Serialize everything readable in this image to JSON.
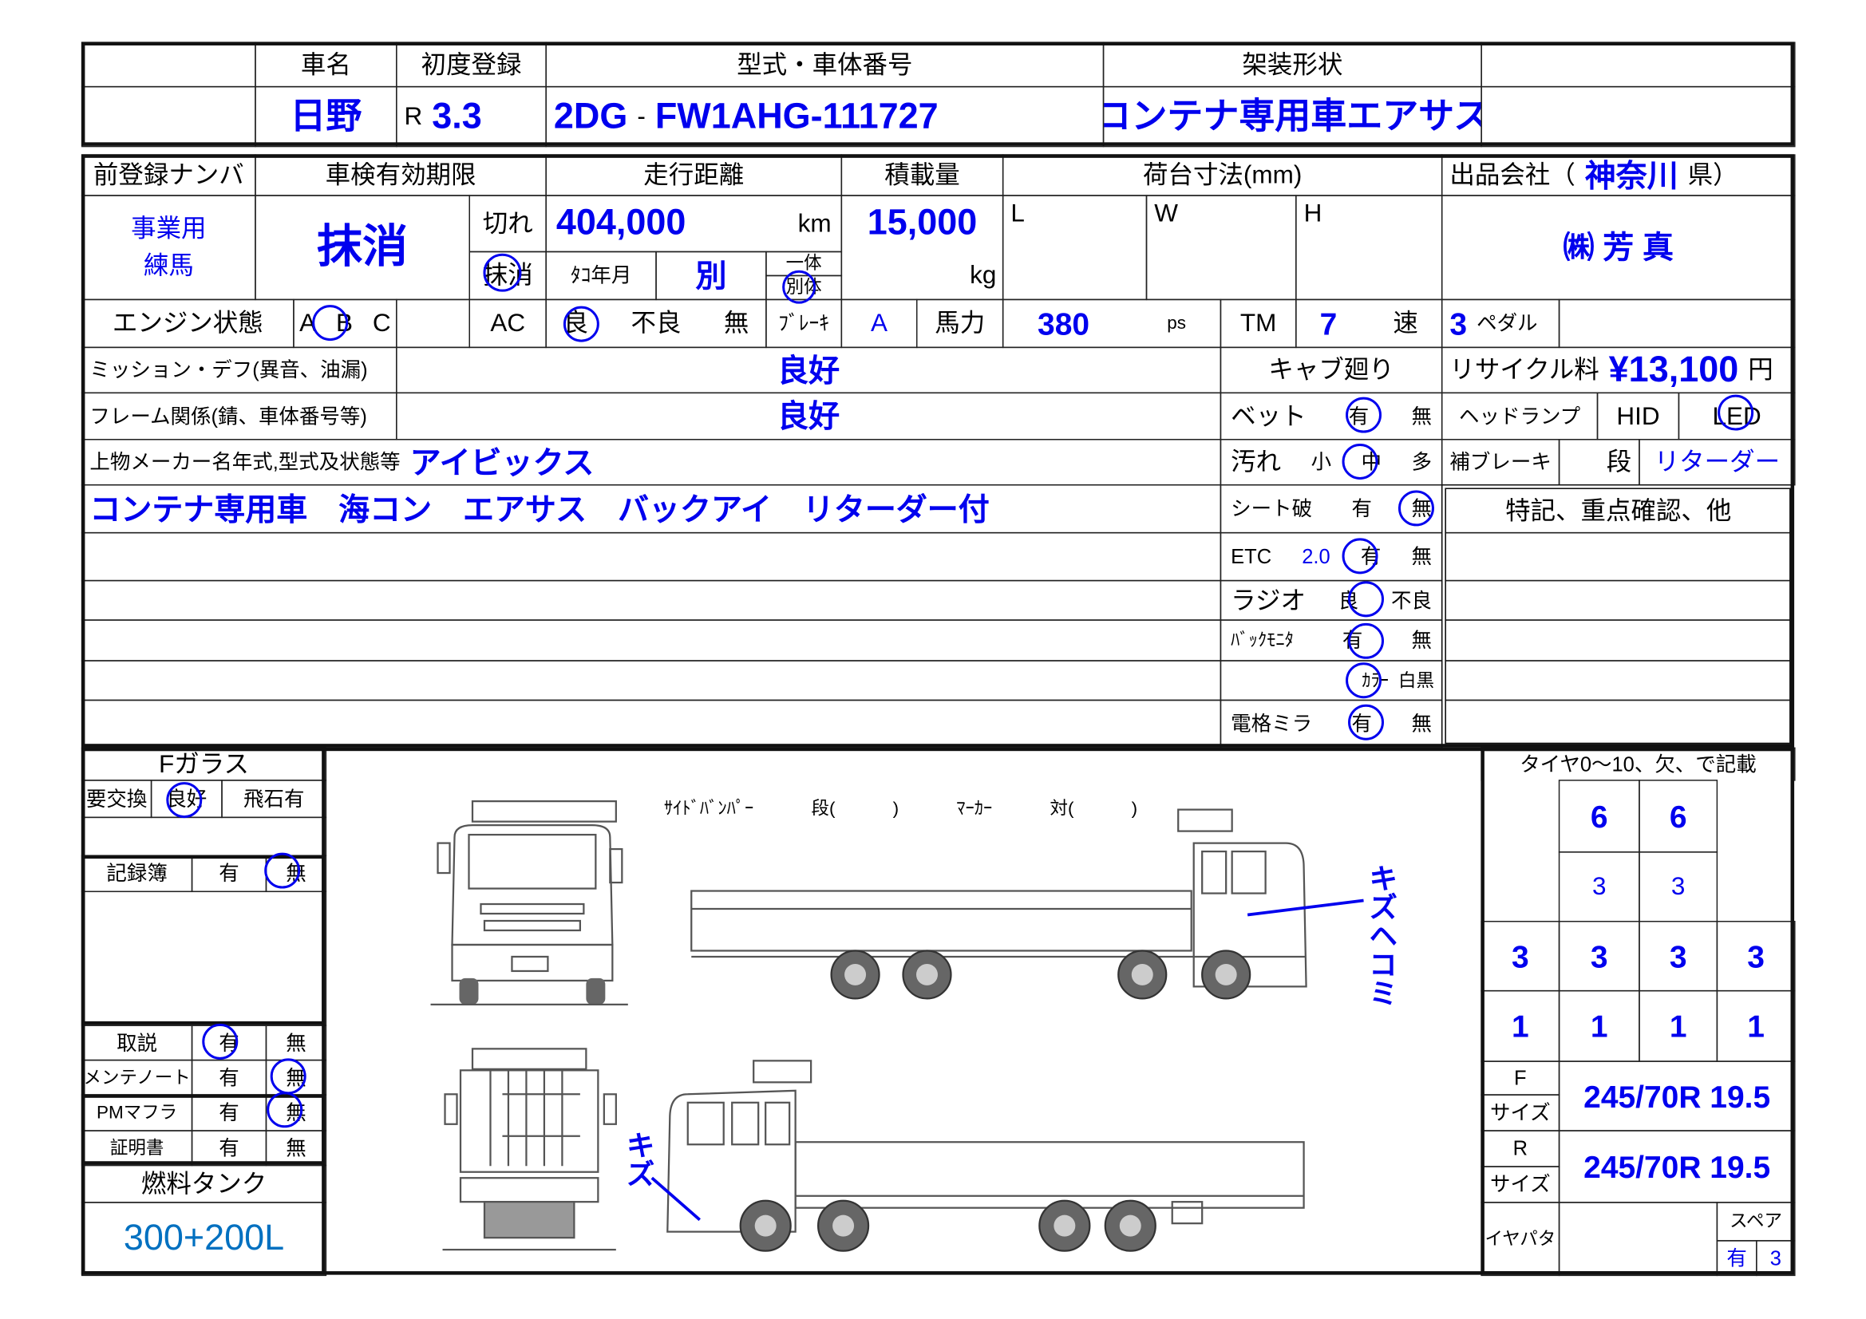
{
  "header": {
    "car_name_label": "車名",
    "first_reg_label": "初度登録",
    "model_label": "型式・車体番号",
    "body_label": "架装形状",
    "car_name": "日野",
    "era": "R",
    "first_reg": "3.3",
    "model_prefix": "2DG",
    "model_sep": "-",
    "chassis": "FW1AHG-111727",
    "body_type": "コンテナ専用車エアサス"
  },
  "registration": {
    "prev_plate_label": "前登録ナンバ",
    "use": "事業用",
    "location": "練馬",
    "inspection_label": "車検有効期限",
    "inspection_status": "抹消",
    "expired_label": "切れ",
    "cancelled_label": "抹消",
    "mileage_label": "走行距離",
    "mileage": "404,000",
    "mileage_unit": "km",
    "tacho_label": "ﾀｺ年月",
    "tacho_value": "別",
    "integrated_label": "一体",
    "separate_label": "別体",
    "load_label": "積載量",
    "load": "15,000",
    "load_unit": "kg",
    "bed_label": "荷台寸法(mm)",
    "bed_l": "L",
    "bed_w": "W",
    "bed_h": "H",
    "seller_prefix": "出品会社（",
    "seller_pref": "神奈川",
    "seller_suffix": "県）",
    "seller_name": "㈱ 芳 真"
  },
  "engine": {
    "label": "エンジン状態",
    "grades": [
      "A",
      "B",
      "C"
    ],
    "ac_label": "AC",
    "ac_options": [
      "良",
      "不良",
      "無"
    ],
    "brake_label": "ﾌﾞﾚｰｷ",
    "brake_value": "A",
    "hp_label": "馬力",
    "hp_value": "380",
    "hp_unit": "ps",
    "tm_label": "TM",
    "tm_value": "7",
    "tm_unit": "速",
    "pedal_value": "3",
    "pedal_label": "ペダル"
  },
  "condition": {
    "mission_label": "ミッション・デフ(異音、油漏)",
    "mission_value": "良好",
    "frame_label": "フレーム関係(錆、車体番号等)",
    "frame_value": "良好",
    "body_maker_label": "上物メーカー名年式,型式及状態等",
    "body_maker": "アイビックス",
    "body_notes": "コンテナ専用車　海コン　エアサス　バックアイ　リターダー付"
  },
  "cab": {
    "label": "キャブ廻り",
    "bed_label": "ベット",
    "dirt_label": "汚れ",
    "dirt_options": [
      "小",
      "中",
      "多"
    ],
    "seat_label": "シート破",
    "etc_label": "ETC",
    "etc_version": "2.0",
    "radio_label": "ラジオ",
    "radio_options": [
      "良",
      "不良"
    ],
    "monitor_label": "ﾊﾞｯｸﾓﾆﾀ",
    "color_options": [
      "ｶﾗｰ",
      "白黒"
    ],
    "mirror_label": "電格ミラ",
    "yes": "有",
    "no": "無"
  },
  "equipment": {
    "recycle_label": "リサイクル料",
    "recycle_value": "¥13,100",
    "recycle_unit": "円",
    "headlamp_label": "ヘッドランプ",
    "hid": "HID",
    "led": "LED",
    "aux_brake_label": "補ブレーキ",
    "aux_brake_stage": "段",
    "aux_brake_value": "リターダー",
    "notes_label": "特記、重点確認、他"
  },
  "documents": {
    "glass_label": "Fガラス",
    "glass_options": [
      "要交換",
      "良好",
      "飛石有"
    ],
    "record_label": "記録簿",
    "manual_label": "取説",
    "maintenance_label": "メンテノート",
    "pm_label": "PMマフラ",
    "cert_label": "証明書",
    "yes": "有",
    "no": "無",
    "fuel_label": "燃料タンク",
    "fuel_value": "300+200L"
  },
  "diagram": {
    "side_bumper_label": "ｻｲﾄﾞﾊﾞﾝﾊﾟｰ",
    "stage_label": "段(",
    "close_paren": ")",
    "marker_label": "ﾏｰｶｰ",
    "pair_label": "対(",
    "damage_dent": "キズヘコミ",
    "damage_scratch": "キズ"
  },
  "tires": {
    "label": "タイヤ0〜10、欠、で記載",
    "front_row1": [
      "6",
      "6"
    ],
    "front_row2": [
      "3",
      "3"
    ],
    "rear_row1": [
      "3",
      "3",
      "3",
      "3"
    ],
    "rear_row2": [
      "1",
      "1",
      "1",
      "1"
    ],
    "f_label": "F",
    "r_label": "R",
    "size_label": "サイズ",
    "front_size": "245/70R 19.5",
    "rear_size": "245/70R 19.5",
    "pattern_label": "タイヤパタン",
    "spare_label": "スペア",
    "spare_present": "有",
    "spare_count": "3"
  },
  "colors": {
    "accent": "#0000ee",
    "fuel": "#0070c0"
  }
}
